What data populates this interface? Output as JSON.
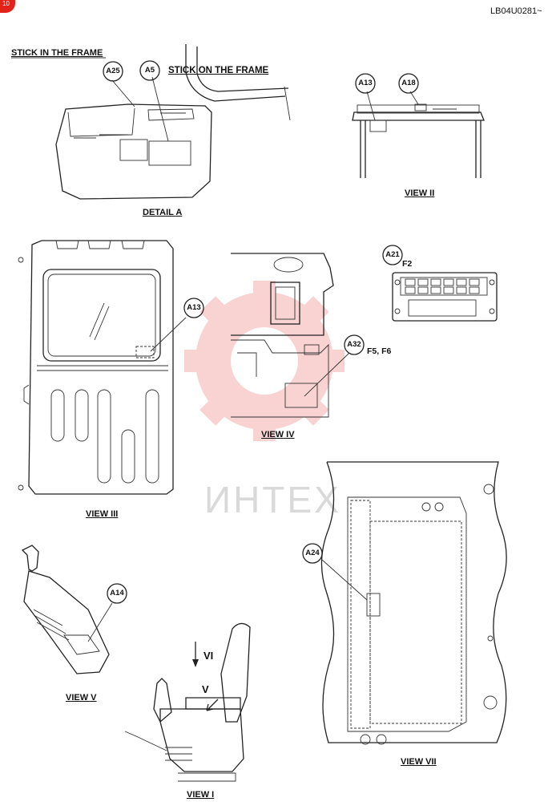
{
  "corner_badge": "10",
  "doc_code": "LB04U0281~",
  "watermark": "ИНТЕХ",
  "labels": {
    "stick_in_frame": "STICK IN THE FRAME",
    "stick_on_frame": "STICK ON THE FRAME",
    "detail_a": "DETAIL  A",
    "view_2": "VIEW  II",
    "view_3": "VIEW  III",
    "view_4": "VIEW  IV",
    "view_5": "VIEW  V",
    "view_7": "VIEW  VII",
    "view_1": "VIEW  I",
    "arrow_v": "V",
    "arrow_vi": "VI"
  },
  "callouts": {
    "a25": "A25",
    "a5": "A5",
    "a13_top": "A13",
    "a18": "A18",
    "a13_mid": "A13",
    "a21": "A21",
    "a32": "A32",
    "a14": "A14",
    "a24": "A24"
  },
  "notes": {
    "f2": "F2",
    "f5_f6": "F5, F6"
  }
}
